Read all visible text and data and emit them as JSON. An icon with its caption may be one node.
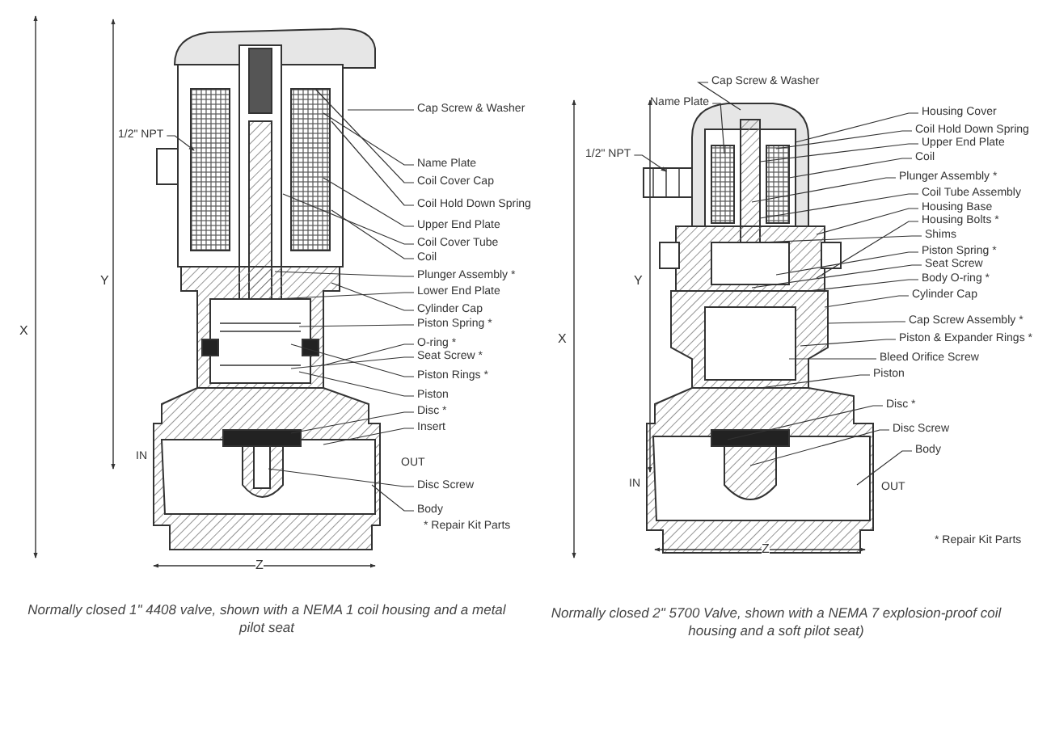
{
  "diagram": {
    "nodes": [
      {
        "text": [
          "Cap Screw & Washer"
        ]
      },
      {
        "text": [
          "1/2\" NPT"
        ]
      },
      {
        "text": [
          "Name Plate"
        ]
      },
      {
        "text": [
          "Coil Cover Cap"
        ]
      },
      {
        "text": [
          "Coil Hold Down Spring"
        ]
      },
      {
        "text": [
          "Upper End Plate"
        ]
      },
      {
        "text": [
          "Coil Cover Tube"
        ]
      },
      {
        "text": [
          "Coil"
        ]
      },
      {
        "text": [
          "Plunger Assembly *"
        ]
      },
      {
        "text": [
          "Lower End Plate"
        ]
      },
      {
        "text": [
          "Cylinder Cap"
        ]
      },
      {
        "text": [
          "Piston Spring *"
        ]
      },
      {
        "text": [
          "O-ring *"
        ]
      },
      {
        "text": [
          "Seat Screw *"
        ]
      },
      {
        "text": [
          "Piston Rings *"
        ]
      },
      {
        "text": [
          "Piston"
        ]
      },
      {
        "text": [
          "Disc *"
        ]
      },
      {
        "text": [
          "Insert"
        ]
      },
      {
        "text": [
          "Disc Screw"
        ]
      },
      {
        "text": [
          "Body"
        ]
      },
      {
        "text": [
          "Cap Screw & Washer"
        ]
      },
      {
        "text": [
          "Housing Cover"
        ]
      },
      {
        "text": [
          "Name Plate"
        ]
      },
      {
        "text": [
          "Coil Hold Down Spring"
        ]
      },
      {
        "text": [
          "Upper End Plate"
        ]
      },
      {
        "text": [
          "Coil"
        ]
      },
      {
        "text": [
          "1/2\" NPT"
        ]
      },
      {
        "text": [
          "Plunger Assembly *"
        ]
      },
      {
        "text": [
          "Coil Tube Assembly"
        ]
      },
      {
        "text": [
          "Housing Base"
        ]
      },
      {
        "text": [
          "Housing Bolts *"
        ]
      },
      {
        "text": [
          "Shims"
        ]
      },
      {
        "text": [
          "Piston Spring *"
        ]
      },
      {
        "text": [
          "Seat Screw"
        ]
      },
      {
        "text": [
          "Body O-ring *"
        ]
      },
      {
        "text": [
          "Cylinder Cap"
        ]
      },
      {
        "text": [
          "Cap Screw Assembly *"
        ]
      },
      {
        "text": [
          "Piston & Expander Rings *"
        ]
      },
      {
        "text": [
          "Bleed Orifice Screw"
        ]
      },
      {
        "text": [
          "Piston"
        ]
      },
      {
        "text": [
          "Disc *"
        ]
      },
      {
        "text": [
          "Disc Screw"
        ]
      },
      {
        "text": [
          "Body"
        ]
      }
    ],
    "edges": [
      {
        "from": 0,
        "to": null,
        "arrow": "none"
      },
      {
        "from": 1,
        "to": null,
        "arrow": "to"
      },
      {
        "from": 2,
        "to": null,
        "arrow": "none"
      },
      {
        "from": 3,
        "to": null,
        "arrow": "none"
      },
      {
        "from": 4,
        "to": null,
        "arrow": "none"
      },
      {
        "from": 5,
        "to": null,
        "arrow": "none"
      },
      {
        "from": 6,
        "to": null,
        "arrow": "none"
      },
      {
        "from": 7,
        "to": null,
        "arrow": "none"
      },
      {
        "from": 8,
        "to": null,
        "arrow": "none"
      },
      {
        "from": 9,
        "to": null,
        "arrow": "none"
      },
      {
        "from": 10,
        "to": null,
        "arrow": "none"
      },
      {
        "from": 11,
        "to": null,
        "arrow": "none"
      },
      {
        "from": 12,
        "to": null,
        "arrow": "none"
      },
      {
        "from": 13,
        "to": null,
        "arrow": "none"
      },
      {
        "from": 14,
        "to": null,
        "arrow": "none"
      },
      {
        "from": 15,
        "to": null,
        "arrow": "none"
      },
      {
        "from": 16,
        "to": null,
        "arrow": "none"
      },
      {
        "from": 17,
        "to": null,
        "arrow": "none"
      },
      {
        "from": 18,
        "to": null,
        "arrow": "none"
      },
      {
        "from": 19,
        "to": null,
        "arrow": "none"
      },
      {
        "from": 20,
        "to": null,
        "arrow": "none"
      },
      {
        "from": 21,
        "to": null,
        "arrow": "none"
      },
      {
        "from": 22,
        "to": null,
        "arrow": "none"
      },
      {
        "from": 23,
        "to": null,
        "arrow": "none"
      },
      {
        "from": 24,
        "to": null,
        "arrow": "none"
      },
      {
        "from": 25,
        "to": null,
        "arrow": "none"
      },
      {
        "from": 26,
        "to": null,
        "arrow": "to"
      },
      {
        "from": 27,
        "to": null,
        "arrow": "none"
      },
      {
        "from": 28,
        "to": null,
        "arrow": "none"
      },
      {
        "from": 29,
        "to": null,
        "arrow": "none"
      },
      {
        "from": 30,
        "to": null,
        "arrow": "none"
      },
      {
        "from": 31,
        "to": null,
        "arrow": "none"
      },
      {
        "from": 32,
        "to": null,
        "arrow": "none"
      },
      {
        "from": 33,
        "to": null,
        "arrow": "none"
      },
      {
        "from": 34,
        "to": null,
        "arrow": "none"
      },
      {
        "from": 35,
        "to": null,
        "arrow": "none"
      },
      {
        "from": 36,
        "to": null,
        "arrow": "none"
      },
      {
        "from": 37,
        "to": null,
        "arrow": "none"
      },
      {
        "from": 38,
        "to": null,
        "arrow": "none"
      },
      {
        "from": 39,
        "to": null,
        "arrow": "none"
      },
      {
        "from": 40,
        "to": null,
        "arrow": "none"
      },
      {
        "from": 41,
        "to": null,
        "arrow": "none"
      },
      {
        "from": 42,
        "to": null,
        "arrow": "none"
      }
    ],
    "labels": [
      "X",
      "Y",
      "IN",
      "OUT",
      "* Repair Kit Parts",
      "Z",
      "X",
      "Y",
      "IN",
      "OUT",
      "* Repair Kit Parts",
      "Z",
      "Normally closed 1\" 4408 valve, shown with a NEMA 1 coil housing and a metal pilot seat",
      "Normally closed 2\" 5700 Valve, shown with a NEMA 7 explosion-proof coil housing and a soft pilot seat)"
    ]
  }
}
